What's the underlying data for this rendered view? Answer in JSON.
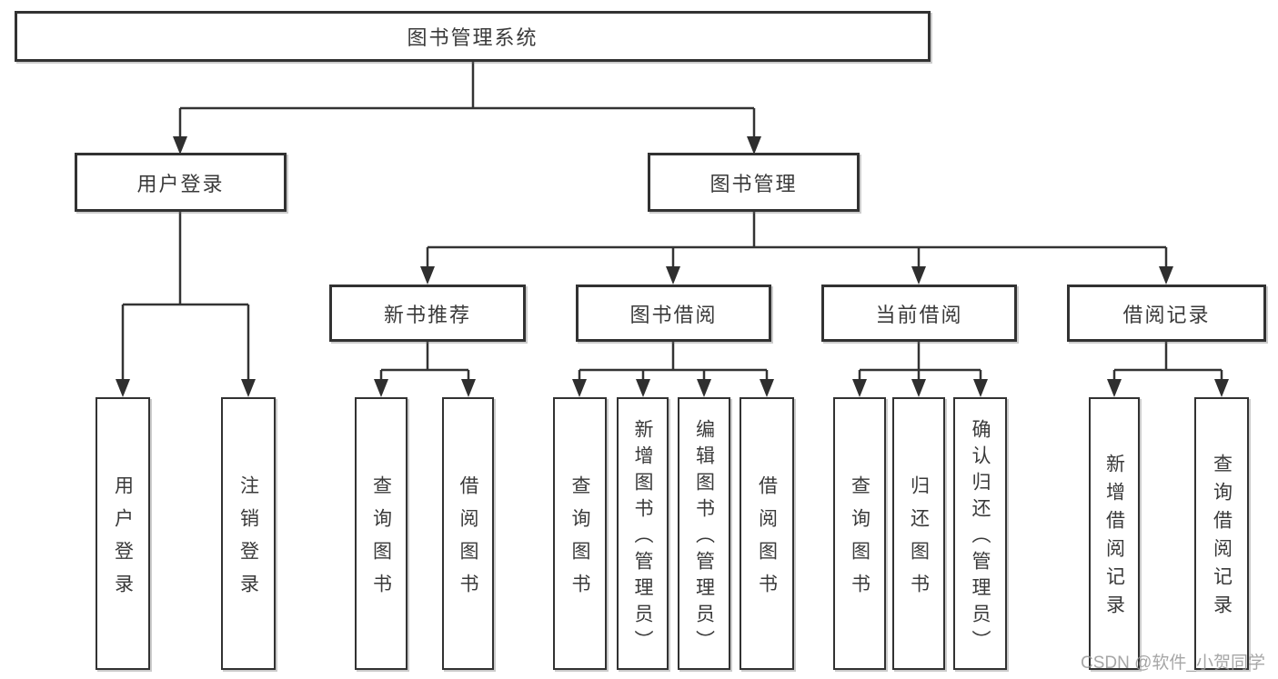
{
  "diagram": {
    "title": "图书管理系统",
    "tree": {
      "root": {
        "label": "图书管理系统"
      },
      "branches": [
        {
          "label": "用户登录",
          "children": [
            {
              "label": "用户登录"
            },
            {
              "label": "注销登录"
            }
          ]
        },
        {
          "label": "图书管理",
          "sections": [
            {
              "label": "新书推荐",
              "children": [
                {
                  "label": "查询图书"
                },
                {
                  "label": "借阅图书"
                }
              ]
            },
            {
              "label": "图书借阅",
              "children": [
                {
                  "label": "查询图书"
                },
                {
                  "label": "新增图书（管理员）"
                },
                {
                  "label": "编辑图书（管理员）"
                },
                {
                  "label": "借阅图书"
                }
              ]
            },
            {
              "label": "当前借阅",
              "children": [
                {
                  "label": "查询图书"
                },
                {
                  "label": "归还图书"
                },
                {
                  "label": "确认归还（管理员）"
                }
              ]
            },
            {
              "label": "借阅记录",
              "children": [
                {
                  "label": "新增借阅记录"
                },
                {
                  "label": "查询借阅记录"
                }
              ]
            }
          ]
        }
      ]
    }
  },
  "watermark": {
    "text": "CSDN @软件_小贺同学"
  },
  "colors": {
    "line": "#333333",
    "box_border": "#323232",
    "text": "#3a3a3a",
    "watermark": "#a8a8a8",
    "background": "#ffffff"
  }
}
